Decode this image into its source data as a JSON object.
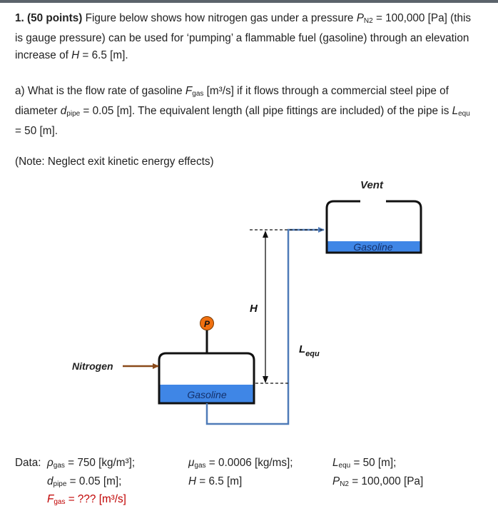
{
  "problem": {
    "number": "1.",
    "points": "(50 points)",
    "intro_a": " Figure below shows how nitrogen gas under a pressure ",
    "p_sym": "P",
    "p_sub": "N2",
    "intro_b": " = 100,000 [Pa] (this is gauge pressure) can be used for ‘pumping’ a flammable fuel (gasoline) through an elevation increase of ",
    "h_sym": "H",
    "intro_c": " = 6.5 [m].",
    "part_a_1": "a) What is the flow rate of gasoline ",
    "f_sym": "F",
    "f_sub": "gas",
    "part_a_2": " [m³/s] if it flows through a commercial steel pipe of diameter ",
    "d_sym": "d",
    "d_sub": "pipe",
    "part_a_3": " = 0.05 [m].  The equivalent length (all pipe fittings are included) of the pipe is ",
    "l_sym": "L",
    "l_sub": "equ",
    "part_a_4": " = 50 [m].",
    "note": "(Note:  Neglect exit kinetic energy effects)"
  },
  "figure": {
    "vent_label": "Vent",
    "upper_fluid": "Gasoline",
    "lower_fluid": "Gasoline",
    "gauge_label": "P",
    "h_label": "H",
    "l_label": "L",
    "l_label_sub": "equ",
    "nitrogen_label": "Nitrogen",
    "colors": {
      "fluid": "#3f86e6",
      "pipe": "#4f7bb8",
      "arrow": "#8a4a1a",
      "gauge": "#f07010"
    }
  },
  "data": {
    "label": "Data:",
    "rho_sym": "ρ",
    "rho_sub": "gas",
    "rho_val": " = 750 [kg/m³];",
    "d_sym": "d",
    "d_sub": "pipe",
    "d_val": " = 0.05 [m];",
    "f_sym": "F",
    "f_sub": "gas",
    "f_val": " = ??? [m³/s]",
    "mu_sym": "μ",
    "mu_sub": "gas",
    "mu_val": " = 0.0006 [kg/ms];",
    "h_sym": "H",
    "h_val": " = 6.5 [m]",
    "l_sym": "L",
    "l_sub": "equ",
    "l_val": " = 50 [m];",
    "p_sym": "P",
    "p_sub": "N2",
    "p_val": " = 100,000 [Pa]"
  }
}
